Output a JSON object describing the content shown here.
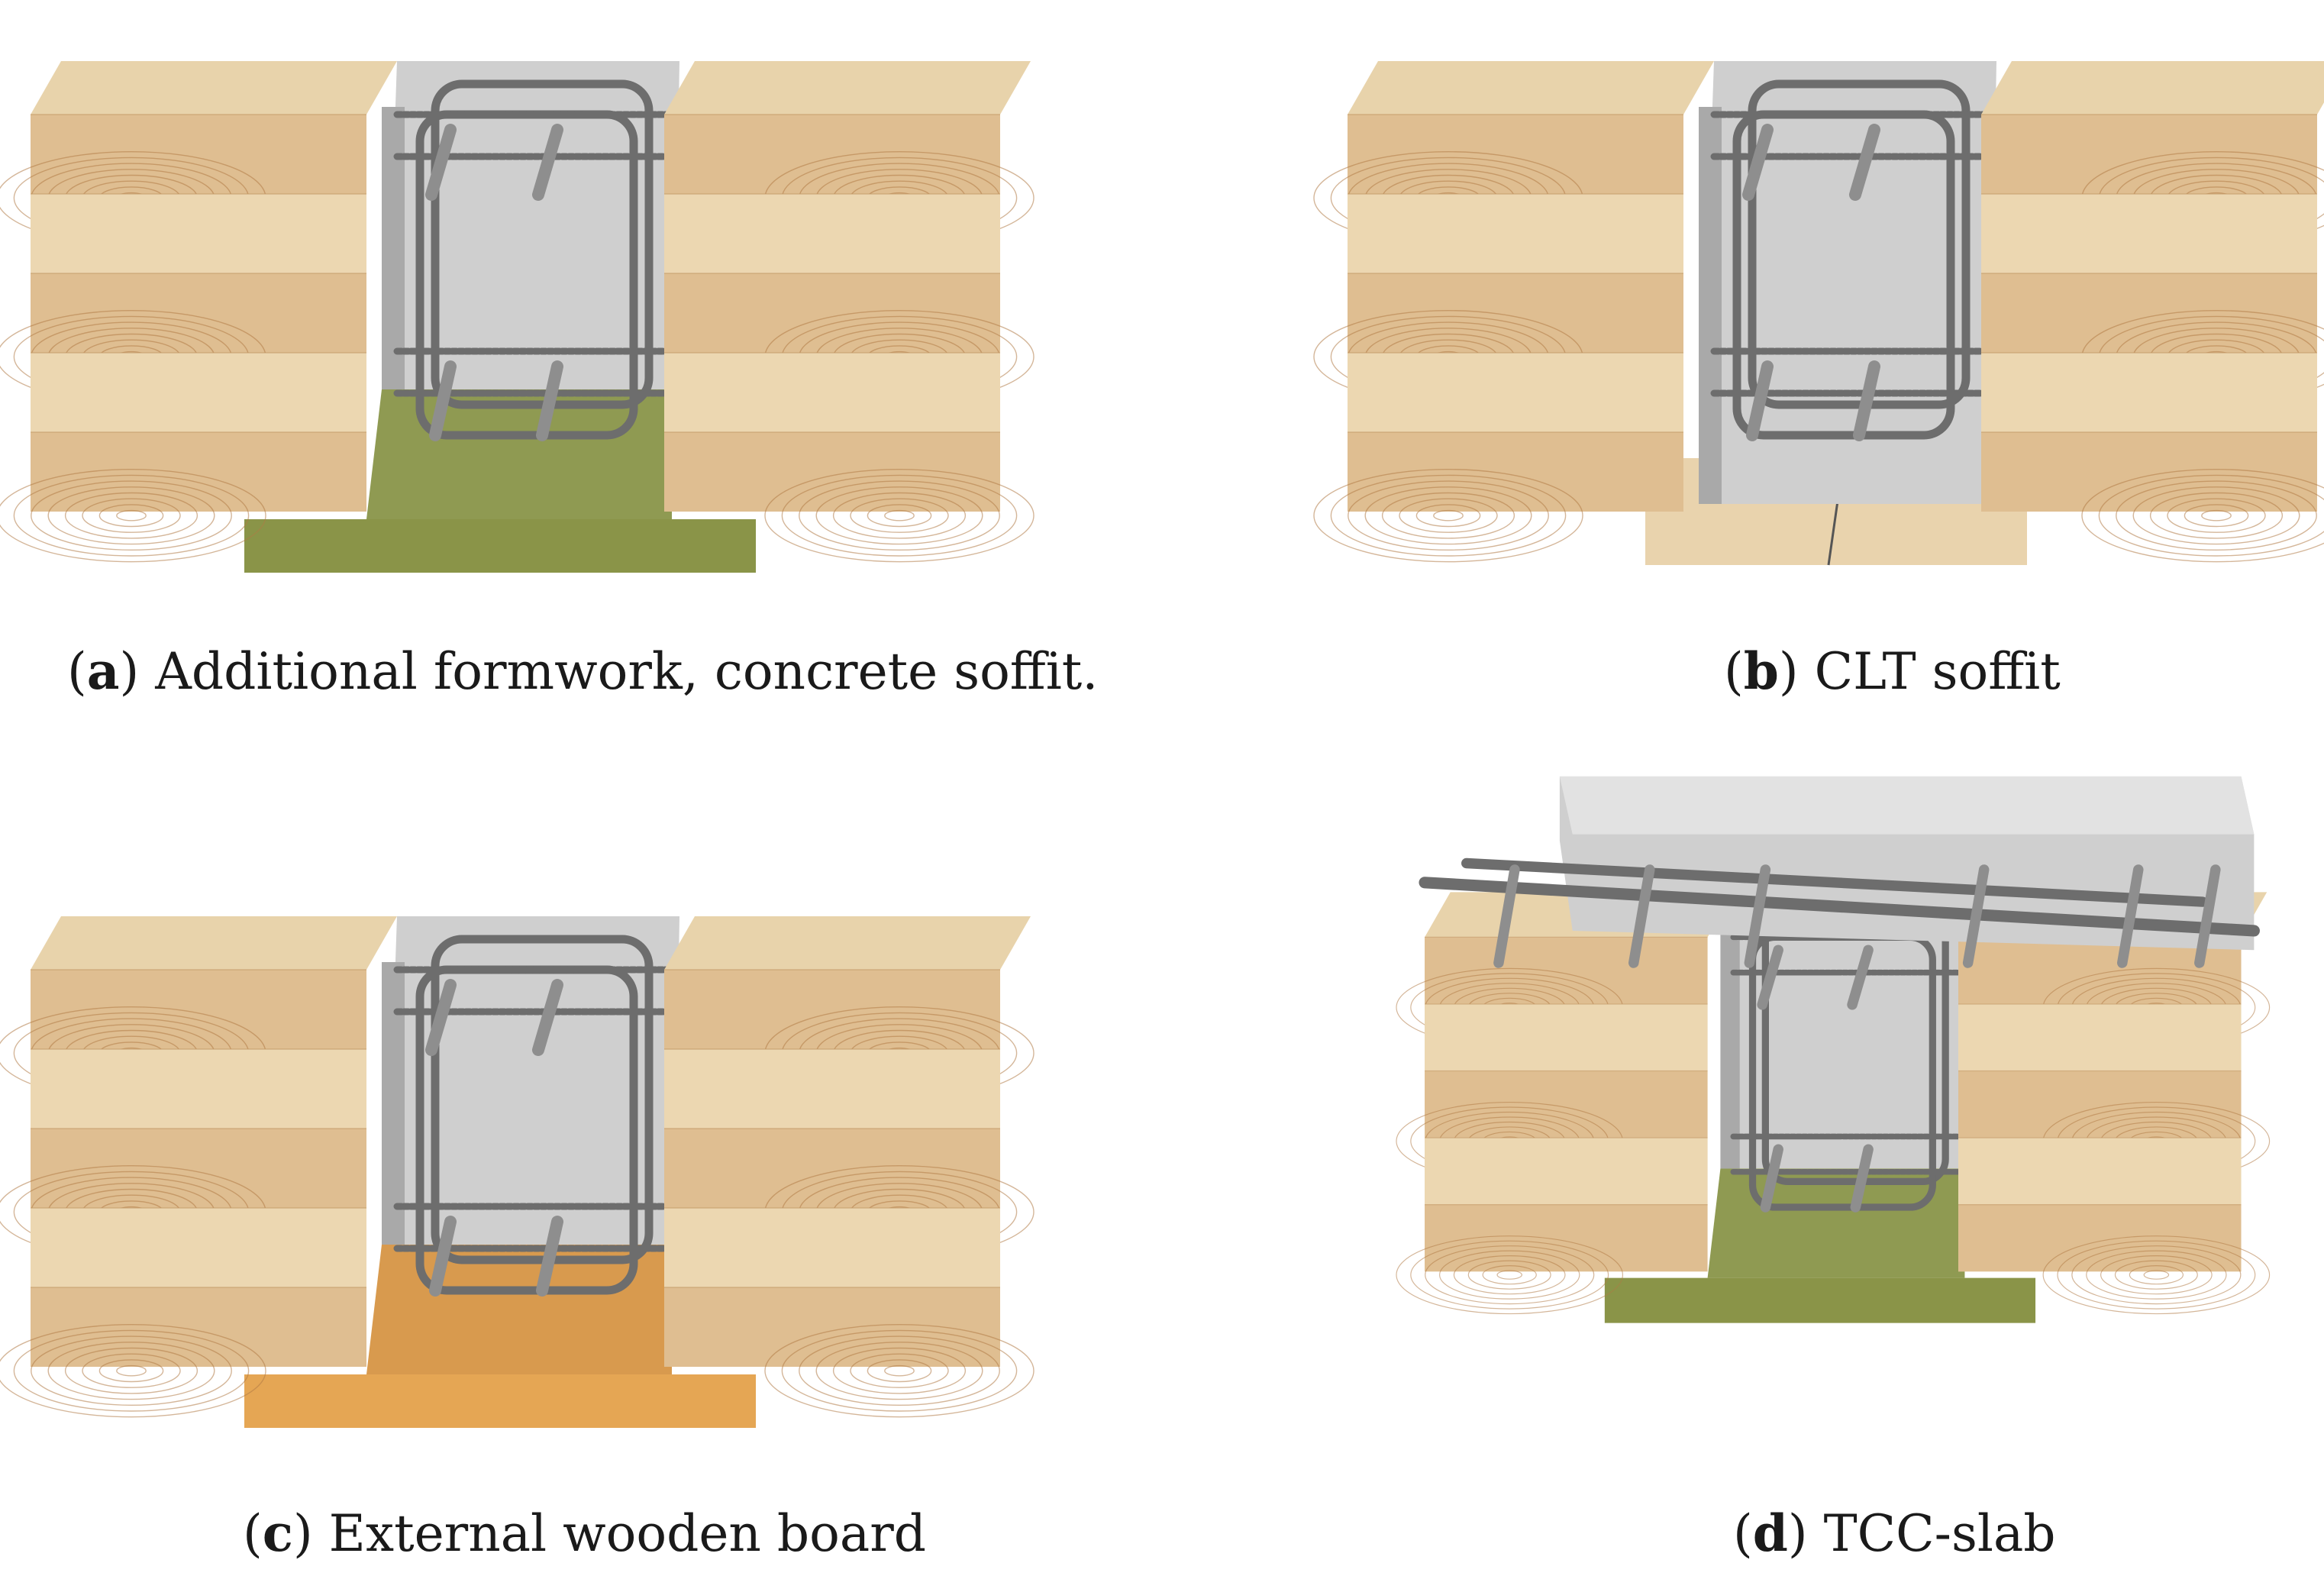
{
  "figure": {
    "panels": [
      {
        "id": "a",
        "letter": "a",
        "caption": "Additional formwork, concrete soffit.",
        "soffit_color": "#8a9448",
        "variant": "formwork"
      },
      {
        "id": "b",
        "letter": "b",
        "caption": "CLT soffit",
        "soffit_color": "#e9d3ad",
        "variant": "clt"
      },
      {
        "id": "c",
        "letter": "c",
        "caption": "External wooden board",
        "soffit_color": "#e5a654",
        "variant": "board"
      },
      {
        "id": "d",
        "letter": "d",
        "caption": "TCC-slab",
        "soffit_color": "#8a9448",
        "variant": "tcc"
      }
    ]
  },
  "colors": {
    "clt_top": "#e8d3ab",
    "clt_face_light": "#ecd7b1",
    "clt_face_dark": "#d6a977",
    "grain": "#b07a45",
    "concrete": "#cfcfcf",
    "concrete_dark": "#a9a9a9",
    "rebar": "#6d6d6d",
    "rebar_light": "#8e8e8e"
  }
}
